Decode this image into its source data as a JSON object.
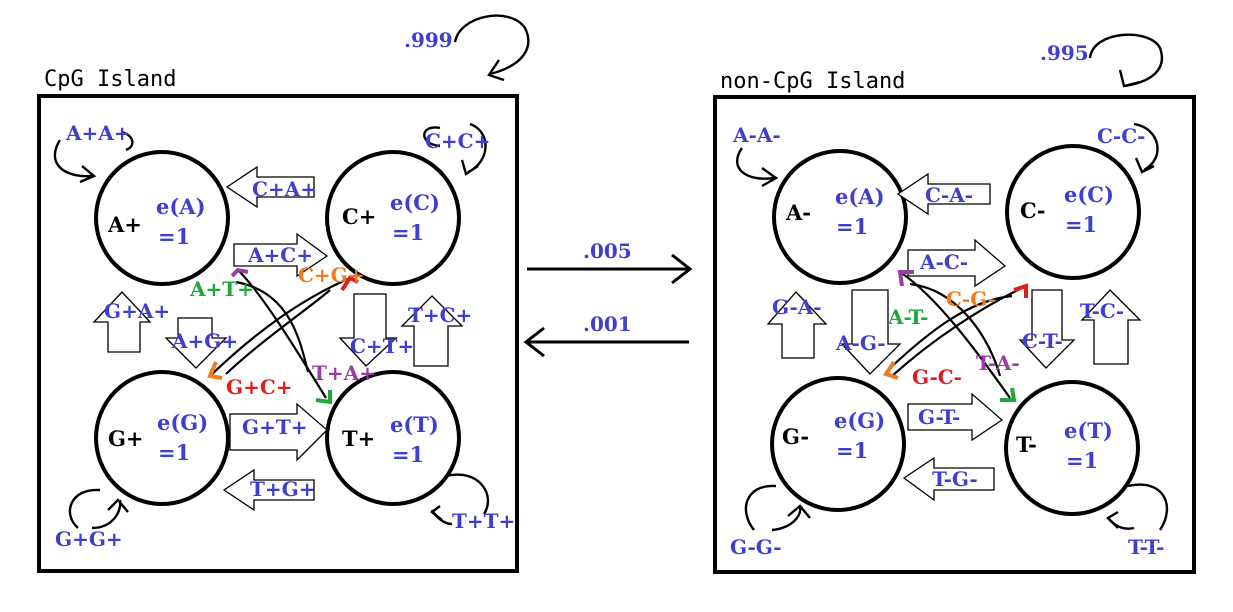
{
  "colors": {
    "blue": "#3f3fcf",
    "black": "#000000",
    "green": "#22a63a",
    "orange": "#f07b1e",
    "red": "#dd1f1f",
    "purple": "#9a3ca6"
  },
  "transitions": {
    "self_plus": ".999",
    "self_minus": ".995",
    "plus_to_minus": ".005",
    "minus_to_plus": ".001"
  },
  "cpg": {
    "title": "CpG Island",
    "states": {
      "A": {
        "label": "A+",
        "em1": "e(A)",
        "em2": "=1"
      },
      "C": {
        "label": "C+",
        "em1": "e(C)",
        "em2": "=1"
      },
      "G": {
        "label": "G+",
        "em1": "e(G)",
        "em2": "=1"
      },
      "T": {
        "label": "T+",
        "em1": "e(T)",
        "em2": "=1"
      }
    },
    "edges": {
      "AA": "A+A+",
      "CC": "C+C+",
      "GG": "G+G+",
      "TT": "T+T+",
      "CA": "C+A+",
      "AC": "A+C+",
      "GA": "G+A+",
      "AG": "A+G+",
      "TC": "T+C+",
      "CT": "C+T+",
      "GT": "G+T+",
      "TG": "T+G+",
      "AT": "A+T+",
      "CG": "C+G+",
      "GC": "G+C+",
      "TA": "T+A+"
    }
  },
  "noncpg": {
    "title": "non-CpG Island",
    "states": {
      "A": {
        "label": "A-",
        "em1": "e(A)",
        "em2": "=1"
      },
      "C": {
        "label": "C-",
        "em1": "e(C)",
        "em2": "=1"
      },
      "G": {
        "label": "G-",
        "em1": "e(G)",
        "em2": "=1"
      },
      "T": {
        "label": "T-",
        "em1": "e(T)",
        "em2": "=1"
      }
    },
    "edges": {
      "AA": "A-A-",
      "CC": "C-C-",
      "GG": "G-G-",
      "TT": "T-T-",
      "CA": "C-A-",
      "AC": "A-C-",
      "GA": "G-A-",
      "AG": "A-G-",
      "TC": "T-C-",
      "CT": "C-T-",
      "GT": "G-T-",
      "TG": "T-G-",
      "AT": "A-T-",
      "CG": "C-G-",
      "GC": "G-C-",
      "TA": "T-A-"
    }
  }
}
